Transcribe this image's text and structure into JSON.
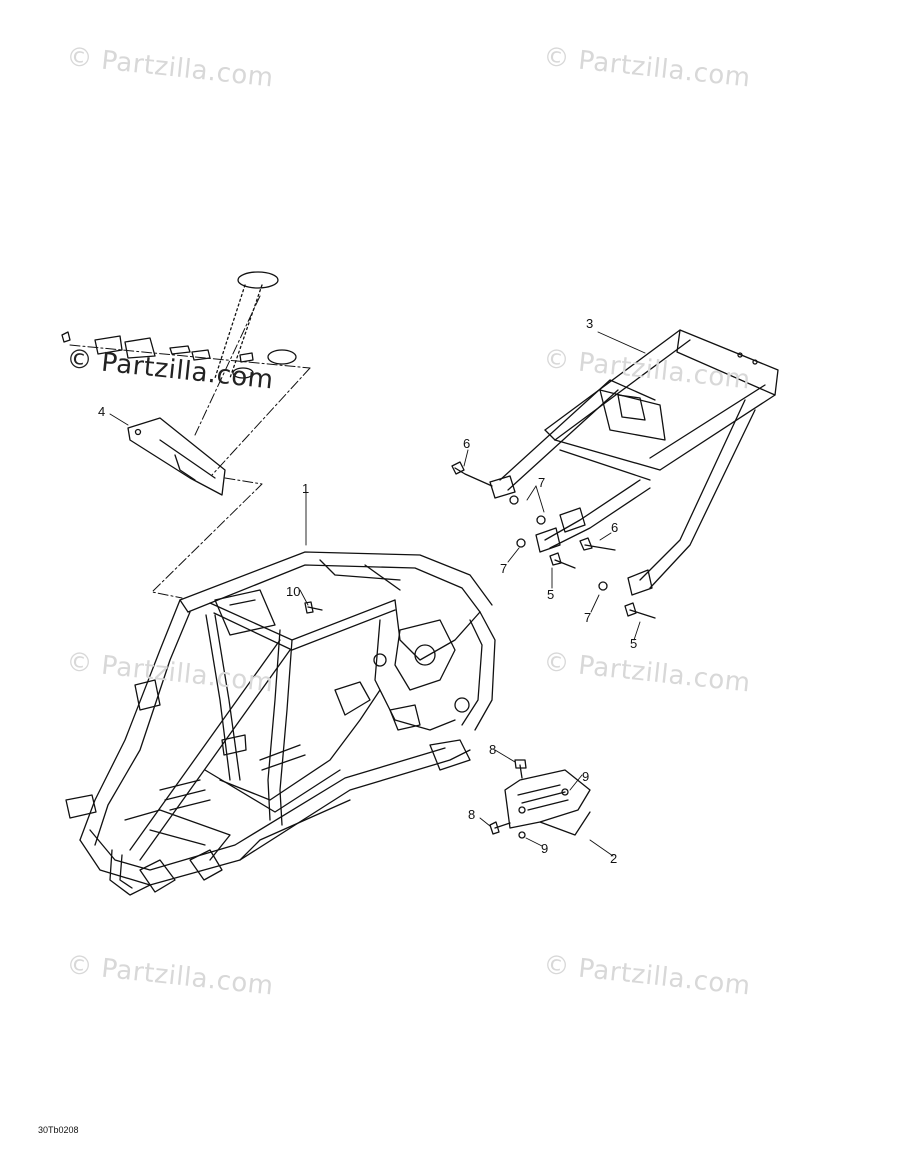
{
  "watermark": "© Partzilla.com",
  "diagram_code": "30Tb0208",
  "callouts": {
    "c1": "1",
    "c2": "2",
    "c3": "3",
    "c4": "4",
    "c5a": "5",
    "c5b": "5",
    "c6a": "6",
    "c6b": "6",
    "c7a": "7",
    "c7b": "7",
    "c7c": "7",
    "c8a": "8",
    "c8b": "8",
    "c9a": "9",
    "c9b": "9",
    "c10": "10"
  }
}
